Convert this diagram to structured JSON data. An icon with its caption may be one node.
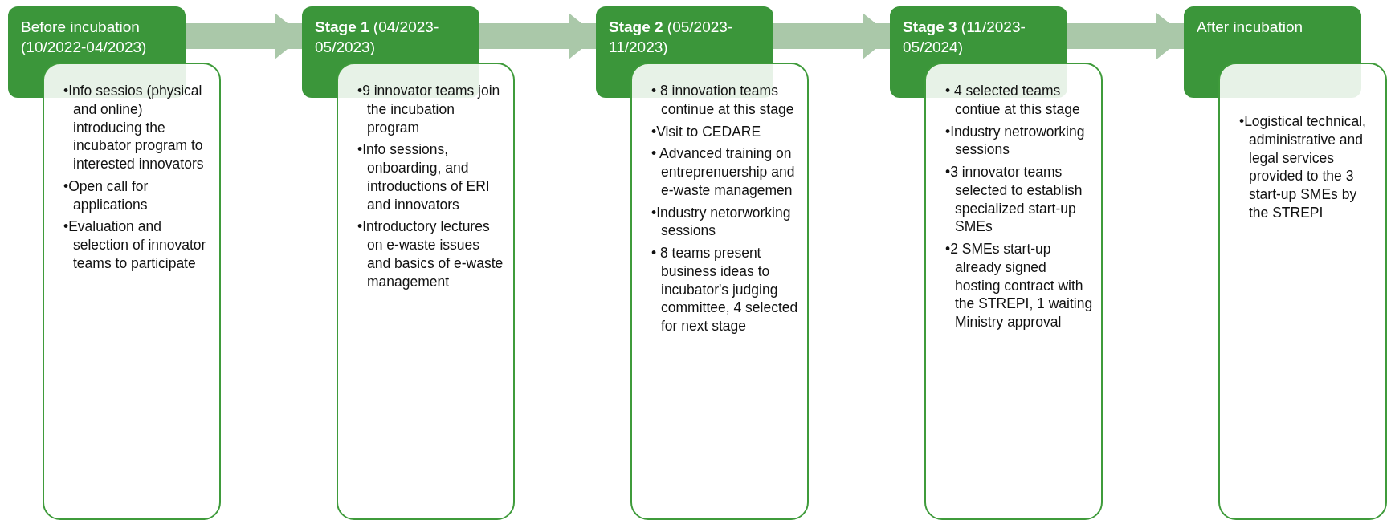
{
  "diagram": {
    "nodes": [
      {
        "text": [
          "Before incubation (10/2022-04/2023)"
        ]
      },
      {
        "text": [
          "•Info sessios (physical and online) introducing the incubator program to interested innovators",
          "•Open call for applications",
          "•Evaluation and selection of innovator teams to participate"
        ]
      },
      {
        "text": [
          "**Stage 1** (04/2023-05/2023)"
        ]
      },
      {
        "text": [
          "•9 innovator teams join the incubation program",
          "•Info sessions, onboarding, and introductions of ERI and innovators",
          "•Introductory lectures on e-waste issues and basics of e-waste management"
        ]
      },
      {
        "text": [
          "**Stage 2** (05/2023-11/2023)"
        ]
      },
      {
        "text": [
          "• 8 innovation teams continue at this stage",
          "•Visit to CEDARE",
          "• Advanced training on entreprenuership and e-waste managemen",
          "•Industry netorworking sessions",
          "• 8 teams present business ideas to incubator's judging committee, 4 selected for next stage"
        ]
      },
      {
        "text": [
          "**Stage 3** (11/2023-05/2024)"
        ]
      },
      {
        "text": [
          "• 4 selected teams contiue at this stage",
          "•Industry netroworking sessions",
          "•3 innovator teams selected to establish specialized start-up SMEs",
          "•2 SMEs start-up already signed hosting contract with the STREPI, 1 waiting Ministry approval"
        ]
      },
      {
        "text": [
          "After incubation"
        ]
      },
      {
        "text": [
          "•Logistical technical, administrative and legal services provided to the 3 start-up SMEs by the STREPI"
        ]
      }
    ],
    "edges": [
      {
        "from": 0,
        "to": 2,
        "arrow": "to"
      },
      {
        "from": 2,
        "to": 4,
        "arrow": "to"
      },
      {
        "from": 4,
        "to": 6,
        "arrow": "to"
      },
      {
        "from": 6,
        "to": 8,
        "arrow": "to"
      }
    ]
  }
}
